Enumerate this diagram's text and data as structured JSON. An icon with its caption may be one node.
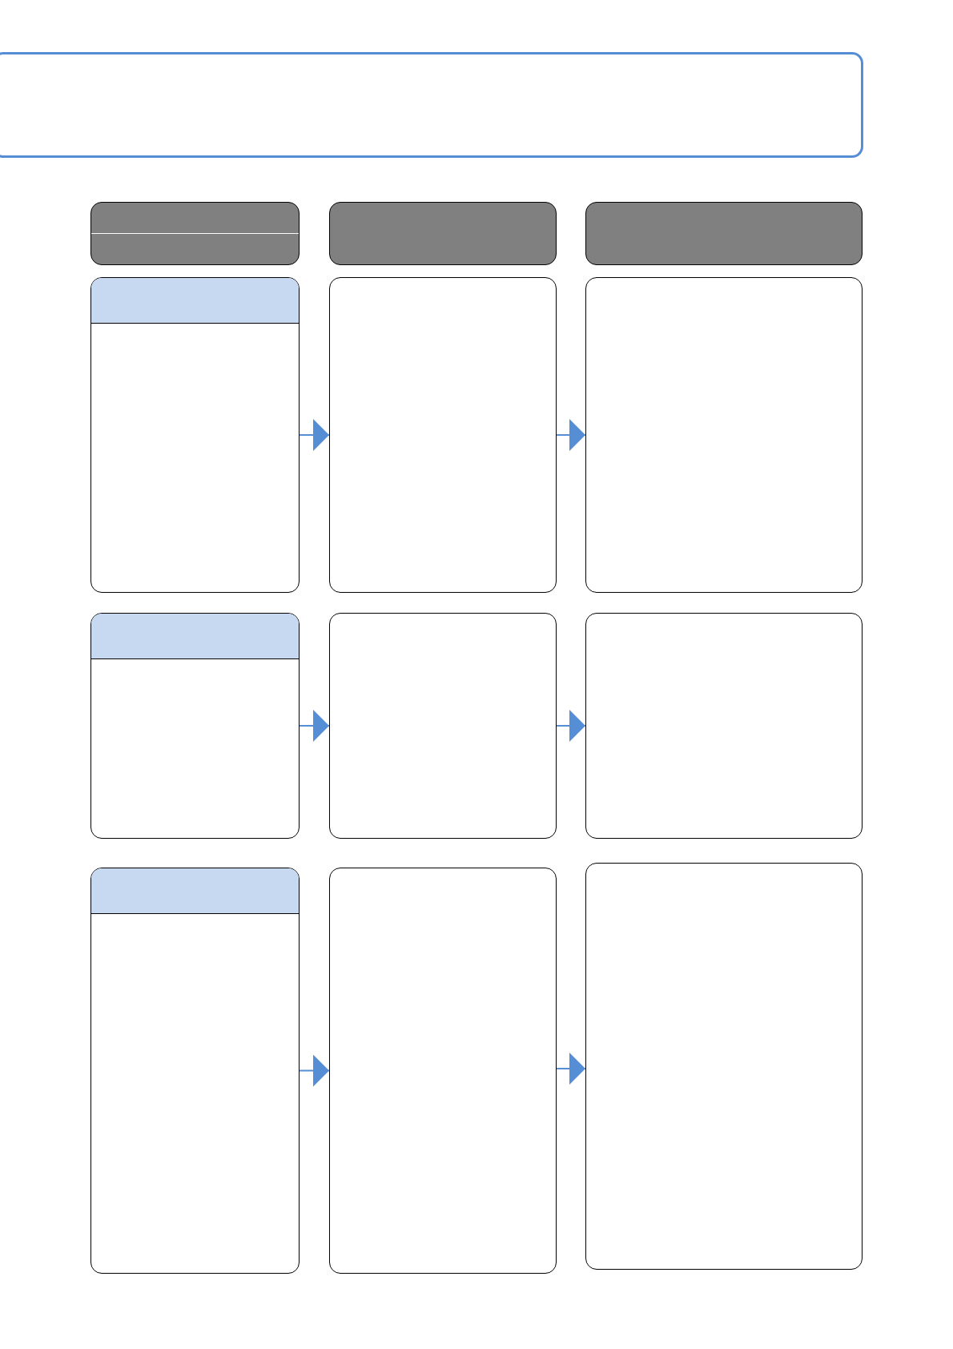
{
  "diagram": {
    "nodes": [
      {
        "text": [],
        "shape": "box"
      },
      {
        "text": [],
        "shape": "box"
      },
      {
        "text": [],
        "shape": "box"
      },
      {
        "text": [],
        "shape": "box"
      },
      {
        "text": [],
        "shape": "box"
      },
      {
        "text": [],
        "shape": "box"
      },
      {
        "text": [],
        "shape": "box"
      },
      {
        "text": [],
        "shape": "box"
      },
      {
        "text": [],
        "shape": "box"
      },
      {
        "text": [],
        "shape": "box"
      },
      {
        "text": [],
        "shape": "box"
      },
      {
        "text": [],
        "shape": "box"
      },
      {
        "text": [],
        "shape": "box"
      }
    ],
    "edges": [
      {
        "from": 4,
        "to": 5,
        "arrow": "to"
      },
      {
        "from": 5,
        "to": 6,
        "arrow": "to"
      },
      {
        "from": 7,
        "to": 8,
        "arrow": "to"
      },
      {
        "from": 8,
        "to": 9,
        "arrow": "to"
      },
      {
        "from": 10,
        "to": 11,
        "arrow": "to"
      },
      {
        "from": 11,
        "to": 12,
        "arrow": "to"
      }
    ]
  }
}
